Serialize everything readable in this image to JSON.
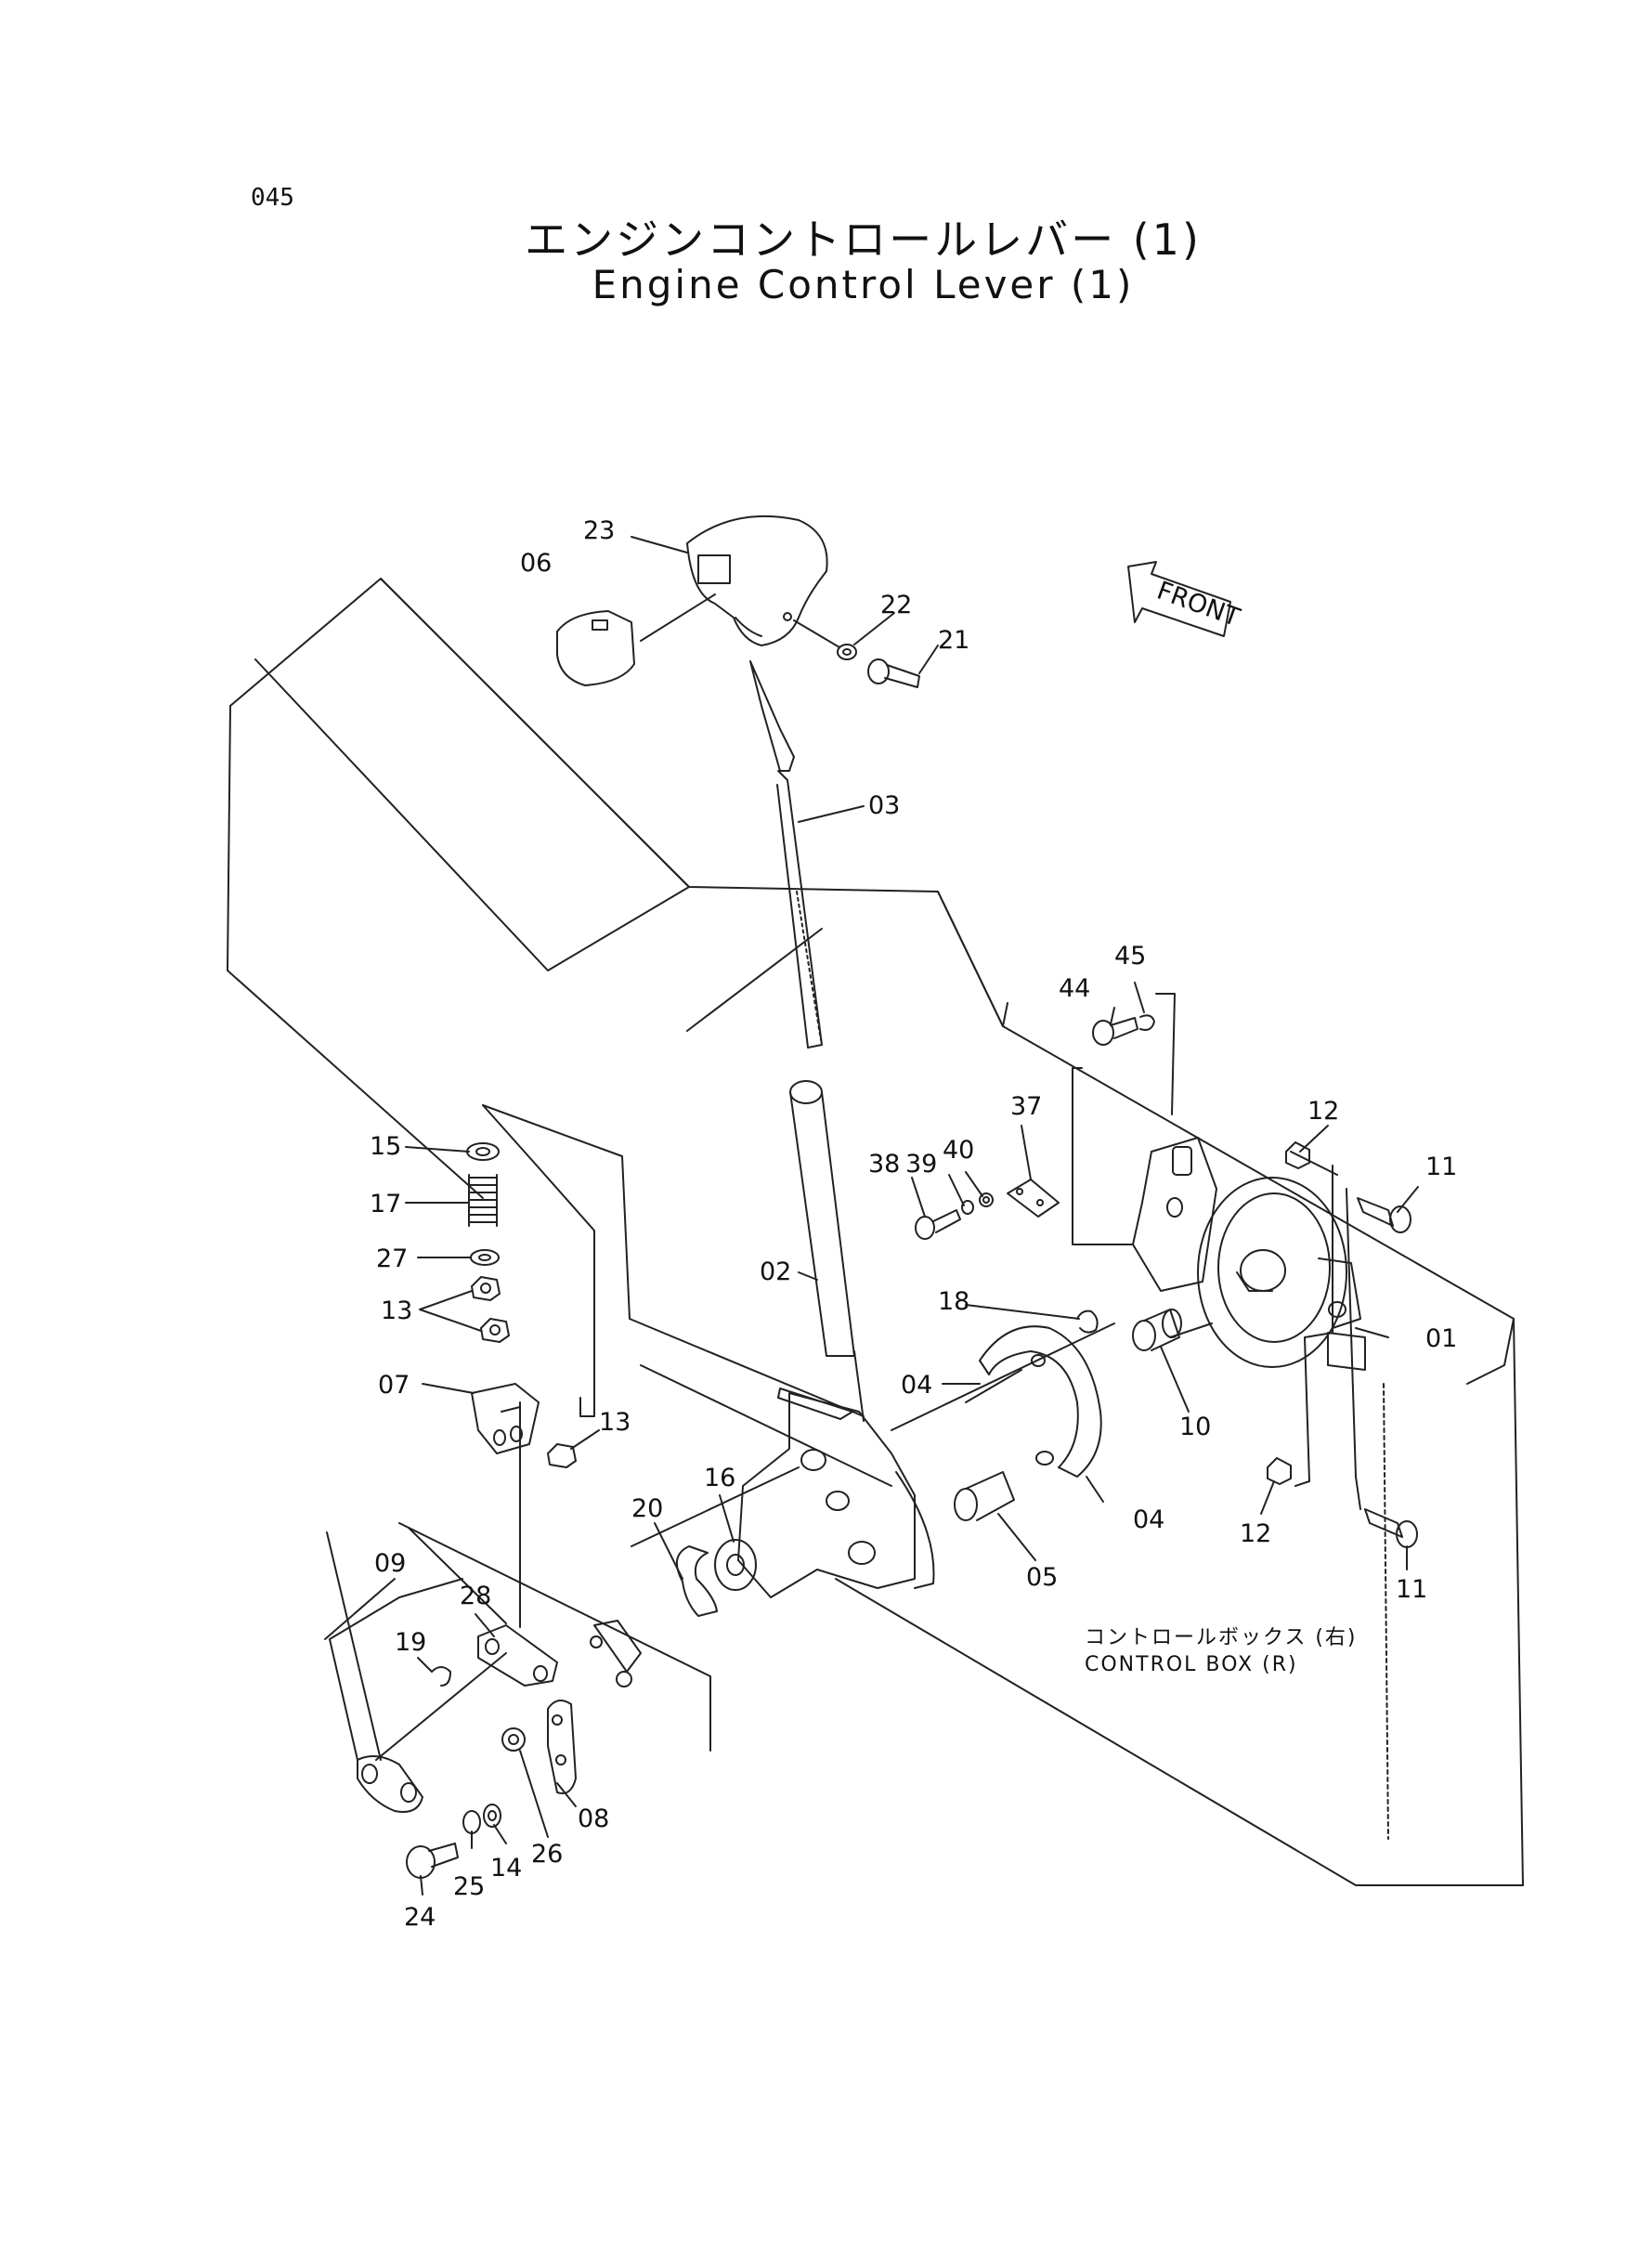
{
  "page_number": "045",
  "title_jp": "エンジンコントロールレバー (1)",
  "title_en": "Engine Control Lever (1)",
  "front_label": "FRONT",
  "caption_jp": "コントロールボックス (右)",
  "caption_en": "CONTROL BOX (R)",
  "parts": {
    "p01": "01",
    "p02": "02",
    "p03": "03",
    "p04a": "04",
    "p04b": "04",
    "p05": "05",
    "p06": "06",
    "p07": "07",
    "p08": "08",
    "p09": "09",
    "p10": "10",
    "p11a": "11",
    "p11b": "11",
    "p12a": "12",
    "p12b": "12",
    "p13a": "13",
    "p13b": "13",
    "p14": "14",
    "p15": "15",
    "p16": "16",
    "p17": "17",
    "p18": "18",
    "p19": "19",
    "p20": "20",
    "p21": "21",
    "p22": "22",
    "p23": "23",
    "p24": "24",
    "p25": "25",
    "p26": "26",
    "p27": "27",
    "p28": "28",
    "p37": "37",
    "p38": "38",
    "p39": "39",
    "p40": "40",
    "p44": "44",
    "p45": "45"
  }
}
